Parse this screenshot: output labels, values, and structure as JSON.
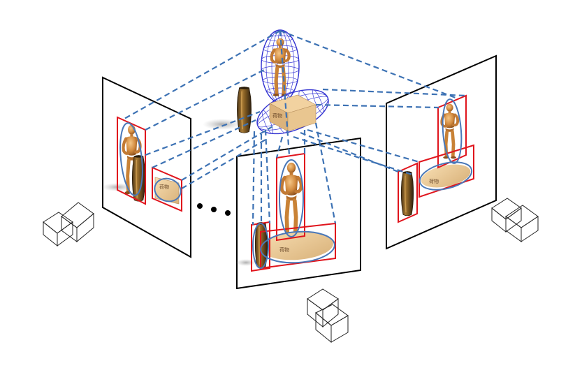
{
  "figure": {
    "views": [
      {
        "id": "left"
      },
      {
        "id": "center"
      },
      {
        "id": "right"
      }
    ],
    "objects": [
      {
        "id": "mannequin"
      },
      {
        "id": "vase"
      },
      {
        "id": "cardboard-box"
      }
    ],
    "box_marking": "荷物",
    "ellipsis_count": 3,
    "colors": {
      "bbox": "#e0141c",
      "ellipse": "#4a78b8",
      "projection_ray": "#3d72b4",
      "wireframe": "#3d3dd6",
      "frame": "#000000"
    }
  }
}
